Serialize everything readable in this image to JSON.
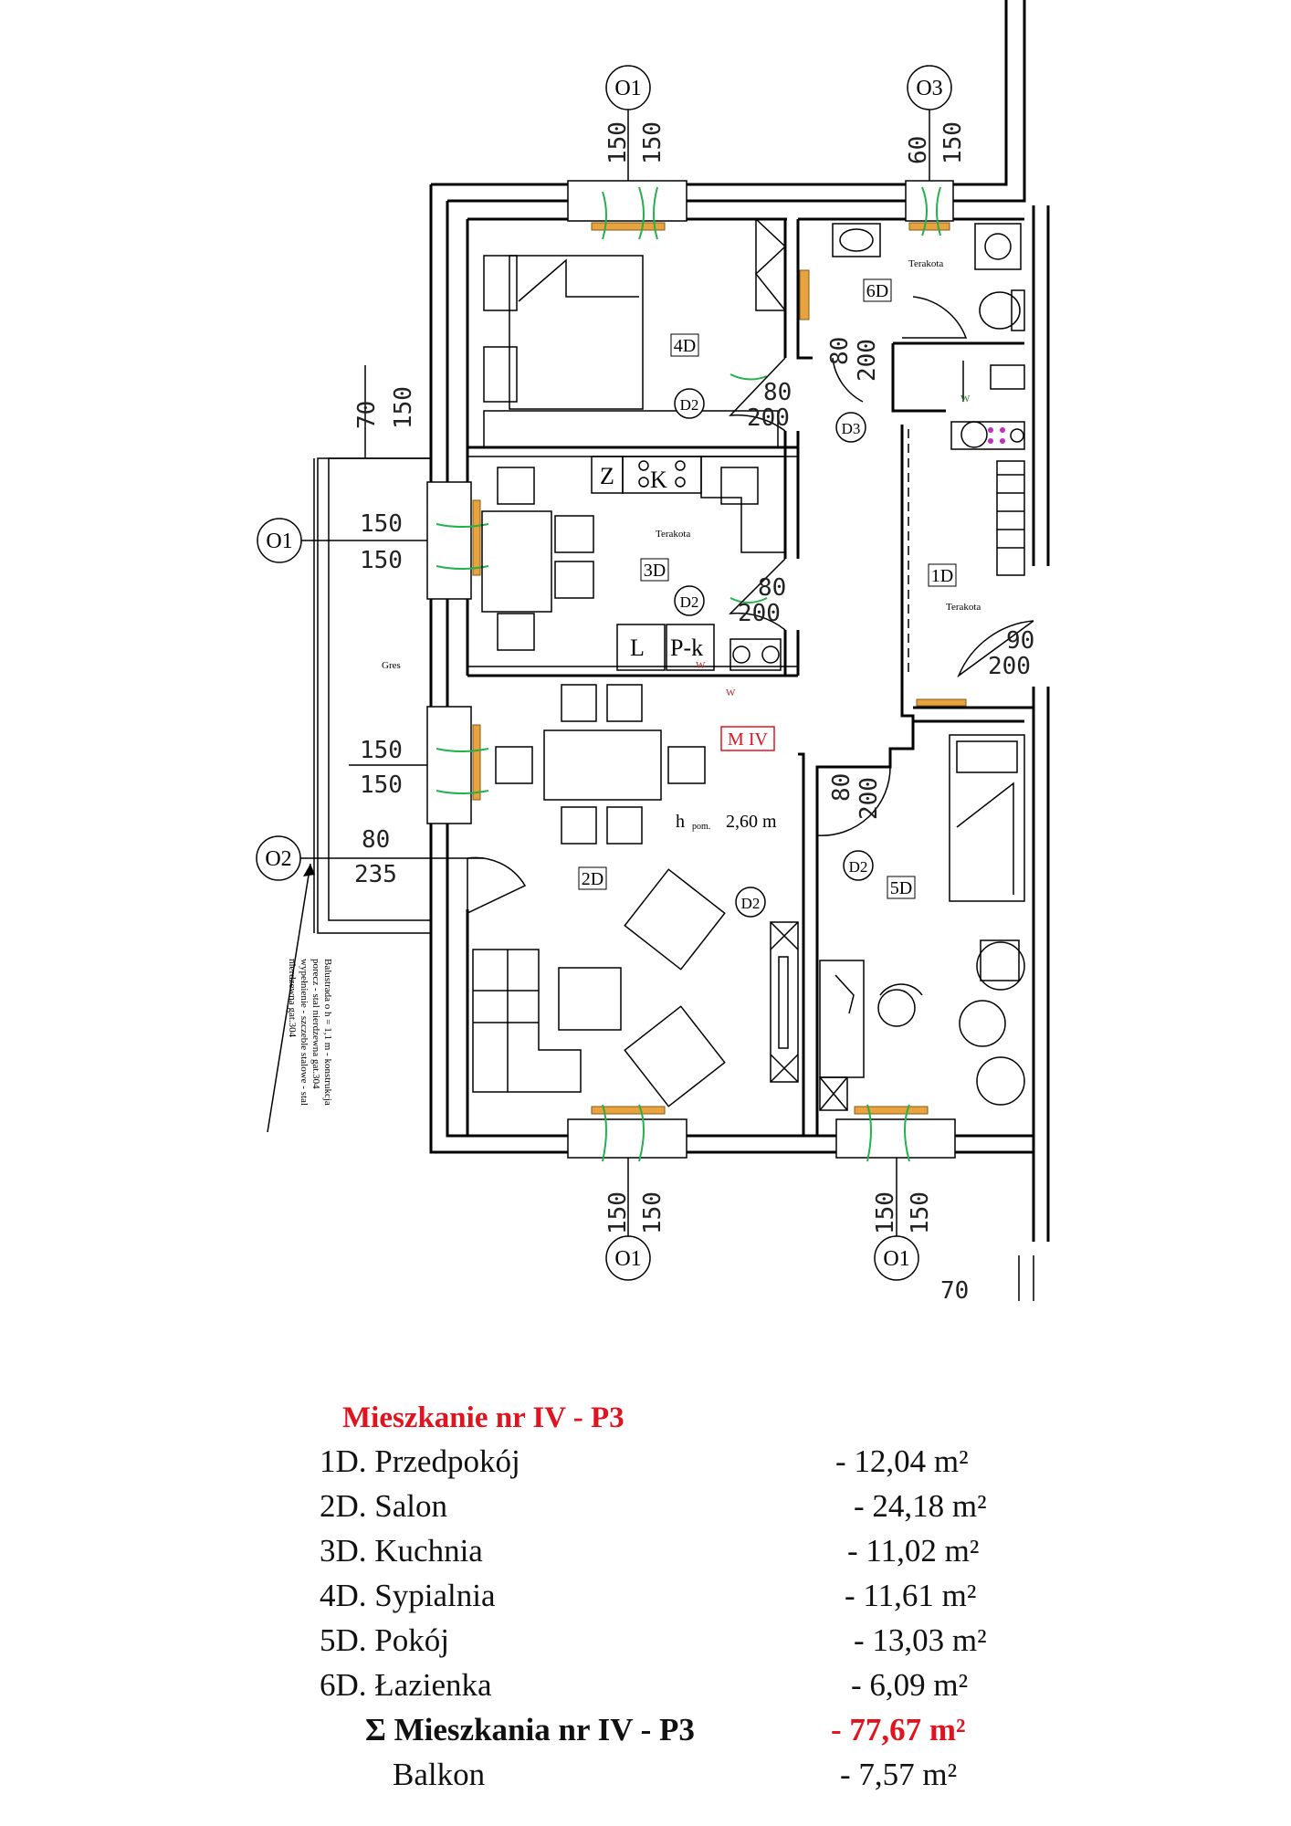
{
  "plan": {
    "marks": {
      "top_left_window": "O1",
      "top_right_window": "O3",
      "left_upper_window": "O1",
      "balcony_door": "O2",
      "bottom_left_window": "O1",
      "bottom_right_window": "O1"
    },
    "dimensions": {
      "top_left": [
        "150",
        "150"
      ],
      "top_right": [
        "60",
        "150"
      ],
      "balcony_top": [
        "70",
        "150"
      ],
      "left_upper": [
        "150",
        "150"
      ],
      "left_lower": [
        "150",
        "150"
      ],
      "balcony_door": [
        "80",
        "235"
      ],
      "bottom_left": [
        "150",
        "150"
      ],
      "bottom_right": [
        "150",
        "150"
      ],
      "d2_bedroom": [
        "80",
        "200"
      ],
      "d3_bath": [
        "80",
        "200"
      ],
      "d2_kitchen": [
        "80",
        "200"
      ],
      "entrance": [
        "90",
        "200"
      ],
      "d2_room": [
        "80",
        "200"
      ],
      "corner": "70"
    },
    "rooms": {
      "r1": "1D",
      "r2": "2D",
      "r3": "3D",
      "r4": "4D",
      "r5": "5D",
      "r6": "6D"
    },
    "doors": {
      "bedroom": "D2",
      "bath": "D3",
      "kitchen": "D2",
      "room": "D2",
      "salon": "D2"
    },
    "floor": {
      "tile_bath": "Terakota",
      "tile_kitchen": "Terakota",
      "tile_hall": "Terakota",
      "balcony": "Gres"
    },
    "kitchen_labels": {
      "z": "Z",
      "k": "K",
      "l": "L",
      "pk": "P-k"
    },
    "w_mark": "W",
    "apartment_tag": "M IV",
    "height": {
      "prefix": "h",
      "sub": "pom.",
      "value": "2,60 m"
    },
    "balustrade_note": [
      "Balustrada o h = 1,1 m - konstrukcja",
      "porecz - stal nierdzewna gat.304",
      "wypełnienie - szczeble stalowe - stal",
      "nierdzewna gat.304"
    ]
  },
  "legend": {
    "title": "Mieszkanie  nr IV - P3",
    "rooms": [
      {
        "name": "1D. Przedpokój",
        "area": "- 12,04 m²"
      },
      {
        "name": "2D. Salon",
        "area": "- 24,18 m²"
      },
      {
        "name": "3D. Kuchnia",
        "area": "- 11,02 m²"
      },
      {
        "name": "4D. Sypialnia",
        "area": "- 11,61 m²"
      },
      {
        "name": "5D. Pokój",
        "area": "- 13,03 m²"
      },
      {
        "name": "6D. Łazienka",
        "area": "- 6,09 m²"
      }
    ],
    "total": {
      "name": "Σ Mieszkania nr IV - P3",
      "area": "- 77,67 m²"
    },
    "balcony": {
      "name": "Balkon",
      "area": "- 7,57 m²"
    }
  },
  "colors": {
    "accent_red": "#e0141e",
    "vent_green": "#22b14c",
    "radiator_orange": "#e6a340"
  }
}
